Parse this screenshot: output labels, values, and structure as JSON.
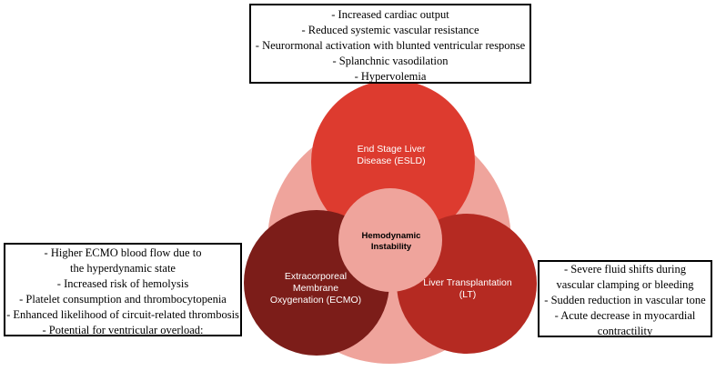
{
  "colors": {
    "background_circle": "#EFA49C",
    "esld": "#DD3B2F",
    "ecmo": "#7C1D19",
    "lt": "#B52A22",
    "center": "#EFA49C"
  },
  "center": {
    "lines": [
      "Hemodynamic",
      "Instability"
    ]
  },
  "circles": {
    "esld": {
      "lines": [
        "End Stage Liver",
        "Disease (ESLD)"
      ]
    },
    "ecmo": {
      "lines": [
        "Extracorporeal",
        "Membrane",
        "Oxygenation (ECMO)"
      ]
    },
    "lt": {
      "lines": [
        "Liver Transplantation",
        "(LT)"
      ]
    }
  },
  "boxes": {
    "esld": [
      "- Increased cardiac output",
      "- Reduced systemic vascular resistance",
      "- Neurormonal activation with blunted ventricular response",
      "- Splanchnic vasodilation",
      "- Hypervolemia"
    ],
    "ecmo": [
      "- Higher ECMO blood flow due to",
      "the hyperdynamic state",
      "- Increased risk of hemolysis",
      "- Platelet consumption and thrombocytopenia",
      "- Enhanced likelihood of circuit-related thrombosis",
      "- Potential for ventricular overload:"
    ],
    "lt": [
      "- Severe fluid shifts during",
      "vascular clamping or bleeding",
      "- Sudden reduction in vascular tone",
      "- Acute decrease in myocardial",
      "contractility"
    ]
  }
}
